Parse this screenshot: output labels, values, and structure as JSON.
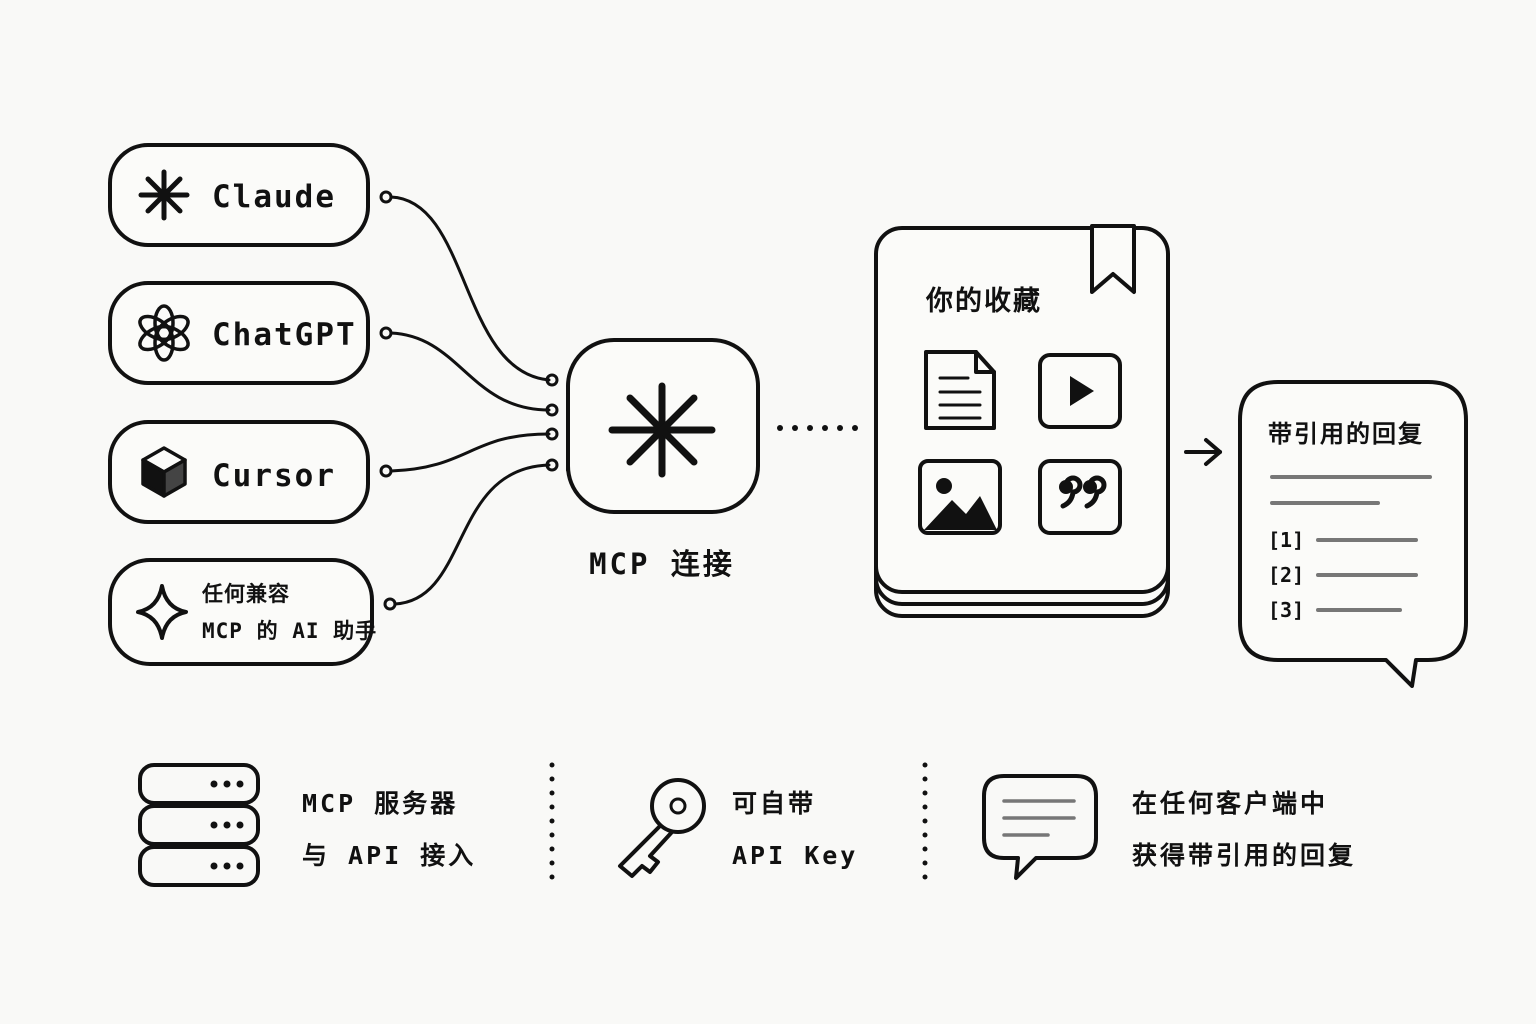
{
  "clients": [
    {
      "label": "Claude",
      "icon": "claude-asterisk-icon"
    },
    {
      "label": "ChatGPT",
      "icon": "openai-knot-icon"
    },
    {
      "label": "Cursor",
      "icon": "cube-icon"
    },
    {
      "label_line1": "任何兼容",
      "label_line2": "MCP 的 AI 助手",
      "icon": "sparkle-icon"
    }
  ],
  "hub": {
    "label": "MCP 连接",
    "icon": "asterisk-hub-icon"
  },
  "collection": {
    "title": "你的收藏",
    "items": [
      "document-icon",
      "video-play-icon",
      "image-icon",
      "quote-icon"
    ]
  },
  "reply": {
    "title": "带引用的回复",
    "citations": [
      "[1]",
      "[2]",
      "[3]"
    ]
  },
  "features": [
    {
      "line1": "MCP 服务器",
      "line2": "与 API 接入",
      "icon": "server-stack-icon"
    },
    {
      "line1": "可自带",
      "line2": "API Key",
      "icon": "key-icon"
    },
    {
      "line1": "在任何客户端中",
      "line2": "获得带引用的回复",
      "icon": "chat-bubble-icon"
    }
  ],
  "colors": {
    "ink": "#111111",
    "background": "#f9f9f7",
    "muted_line": "#777777"
  }
}
